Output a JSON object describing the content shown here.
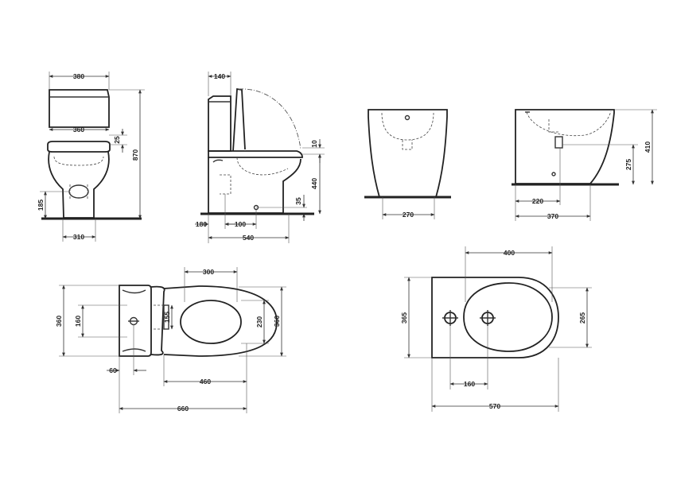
{
  "dimensions": {
    "wc_front": {
      "top_width": "380",
      "seat_width": "360",
      "seat_gap": "25",
      "total_height": "870",
      "outlet_height": "185",
      "base_width": "310"
    },
    "wc_side": {
      "tank_depth": "140",
      "seat_gap": "10",
      "seat_height": "440",
      "outlet_offset": "35",
      "outlet_back": "180",
      "outlet_depth": "100",
      "total_depth": "540"
    },
    "bidet_front": {
      "base_width": "270"
    },
    "bidet_side": {
      "height": "410",
      "tap_height": "275",
      "tap_depth": "220",
      "total_depth": "370"
    },
    "wc_top": {
      "seat_width": "300",
      "tank_width": "360",
      "tank_holes": "160",
      "hinge_gap": "155",
      "bowl_inner": "230",
      "bowl_width": "360",
      "tank_offset": "60",
      "bowl_length": "460",
      "total_length": "660"
    },
    "bidet_top": {
      "bowl_length": "400",
      "width": "365",
      "bowl_width": "265",
      "holes": "160",
      "total_length": "570"
    }
  }
}
